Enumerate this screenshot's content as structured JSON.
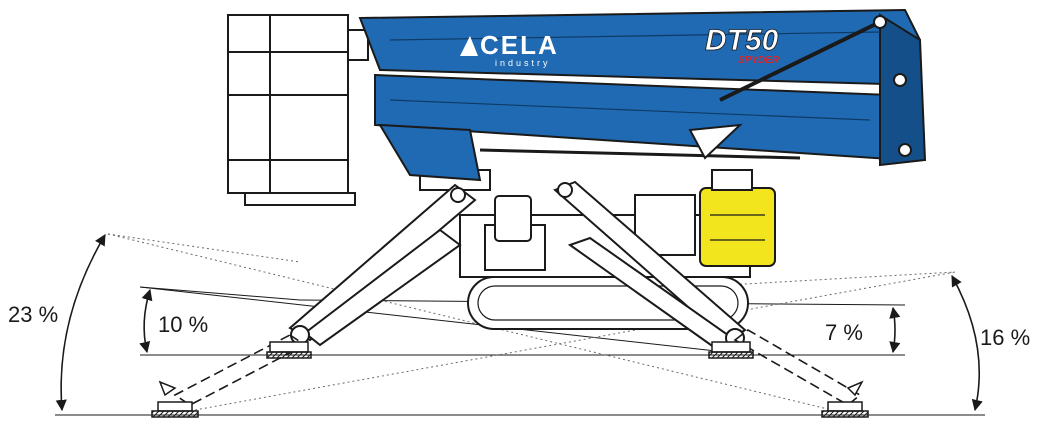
{
  "brand": {
    "logo_text": "CELA",
    "logo_sub": "industry",
    "model": "DT50",
    "model_sub": "SPYDER"
  },
  "colors": {
    "boom_blue": "#1f6ab3",
    "boom_blue_dark": "#154f8a",
    "engine_yellow": "#f2e51d",
    "model_red": "#d8282f",
    "line": "#1a1a1a",
    "dotted": "#6b6b6b"
  },
  "slopes": {
    "left_outer": "23 %",
    "left_inner": "10 %",
    "right_inner": "7 %",
    "right_outer": "16 %"
  }
}
